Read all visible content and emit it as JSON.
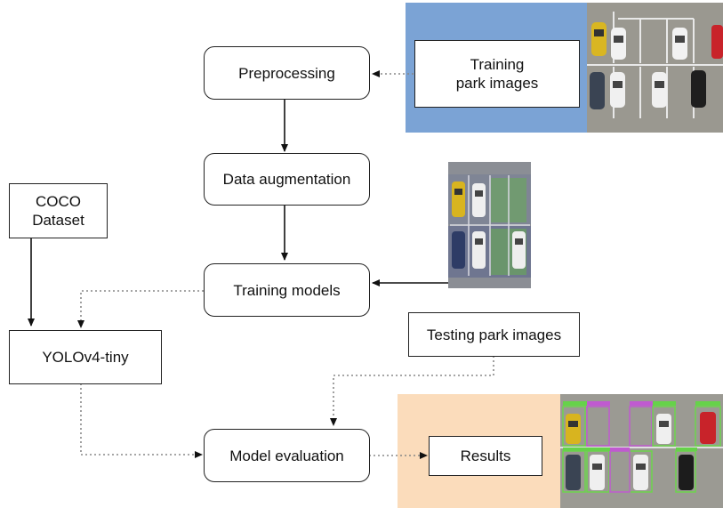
{
  "nodes": {
    "preprocessing": "Preprocessing",
    "data_augmentation": "Data augmentation",
    "training_models": "Training models",
    "model_evaluation": "Model evaluation",
    "coco_dataset": "COCO\nDataset",
    "yolo": "YOLOv4-tiny",
    "testing_park_images": "Testing park images",
    "training_park_images": "Training\npark images",
    "results": "Results"
  },
  "colors": {
    "training_panel": "#7ba3d5",
    "results_panel": "#fbdcbb",
    "arrow": "#111111",
    "dotted_arrow": "#888888"
  },
  "icons": {
    "training_photo": "parking-lot-aerial-image",
    "augmented_photo": "augmented-parking-image",
    "results_photo": "detected-parking-lot-image"
  }
}
